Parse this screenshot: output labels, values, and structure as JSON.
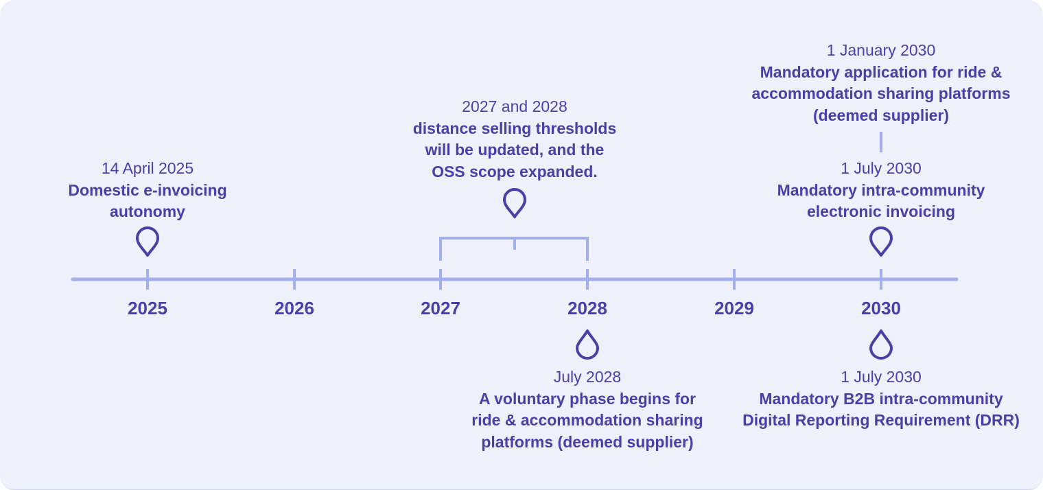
{
  "timeline": {
    "years": [
      "2025",
      "2026",
      "2027",
      "2028",
      "2029",
      "2030"
    ]
  },
  "events": {
    "e2025": {
      "date": "14 April 2025",
      "desc": "Domestic e-invoicing autonomy"
    },
    "e2027": {
      "date": "2027 and 2028",
      "desc": "distance selling thresholds will be updated, and the OSS scope expanded."
    },
    "e2028": {
      "date": "July 2028",
      "desc": "A voluntary phase begins for ride & accommodation sharing platforms (deemed supplier)"
    },
    "e2030a": {
      "date": "1 January 2030",
      "desc": "Mandatory application for ride & accommodation sharing platforms (deemed supplier)"
    },
    "e2030b": {
      "date": "1 July 2030",
      "desc": "Mandatory intra-community electronic invoicing"
    },
    "e2030c": {
      "date": "1 July 2030",
      "desc": "Mandatory B2B intra-community Digital Reporting Requirement (DRR)"
    }
  },
  "colors": {
    "line": "#a3b0ea",
    "text": "#4a3fa5",
    "marker": "#4a3fa5",
    "background": "#eef0fb"
  },
  "icons": {
    "marker_above": "map-pin-icon",
    "marker_below": "drop-icon"
  }
}
